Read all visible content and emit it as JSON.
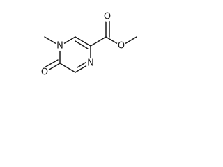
{
  "molecule": {
    "atoms": {
      "methyl_n": "N",
      "ring_n": "N",
      "keto_o": "O",
      "carbonyl_o": "O",
      "ester_o": "O"
    },
    "bond_color": "#1a1a1a",
    "label_color": "#1a1a1a"
  }
}
